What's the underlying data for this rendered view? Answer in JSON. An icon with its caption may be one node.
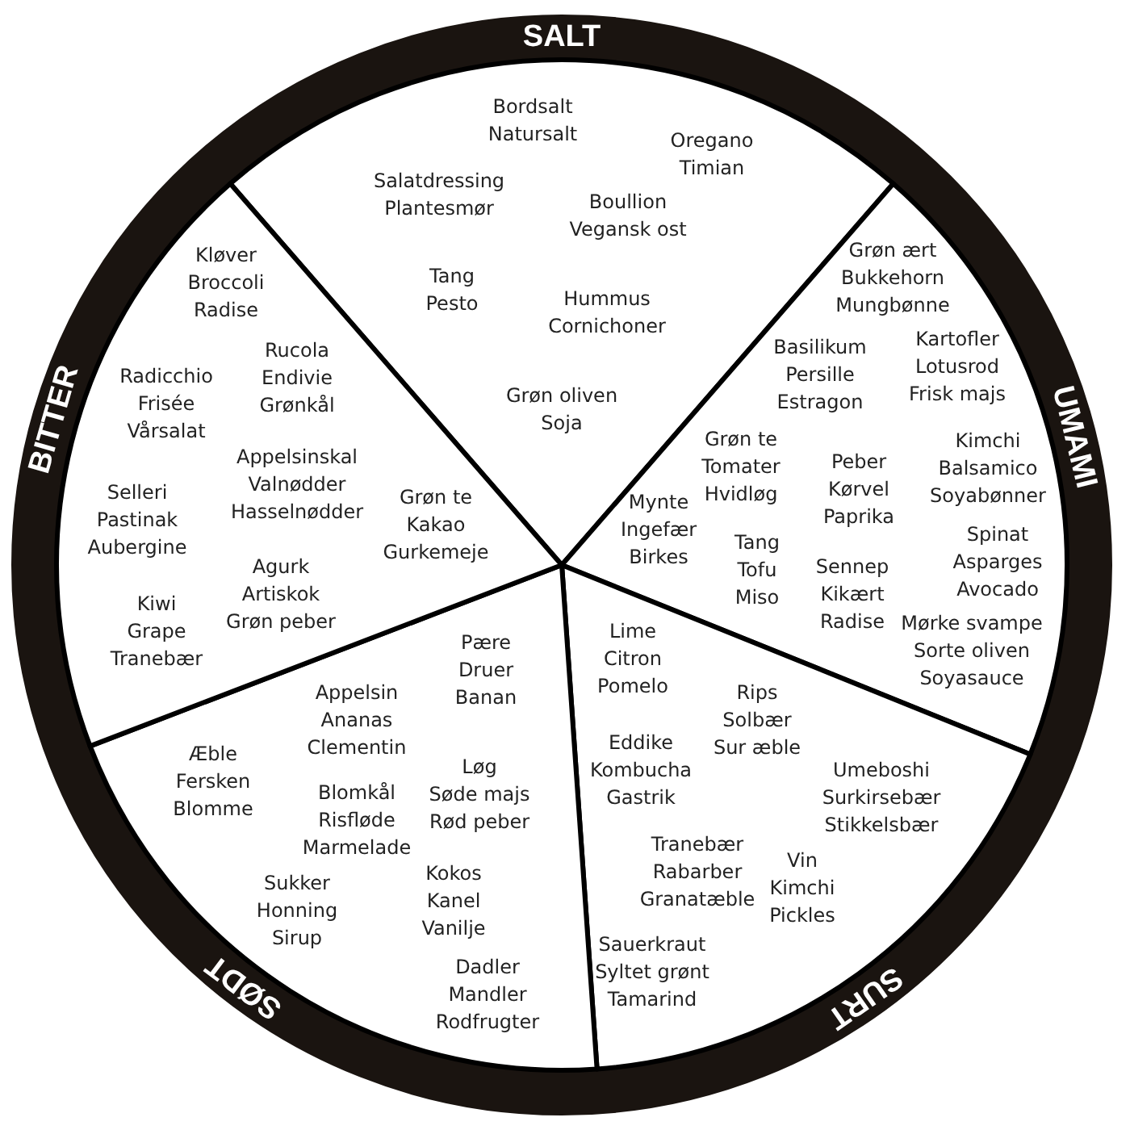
{
  "diagram": {
    "nodes": [
      {
        "text": [
          "SALT",
          "Bordsalt Natursalt",
          "Oregano Timian",
          "Salatdressing Plantesmør",
          "Boullion Vegansk ost",
          "Tang Pesto",
          "Hummus Cornichoner",
          "Grøn oliven Soja"
        ]
      },
      {
        "text": [
          "UMAMI",
          "Grøn ært Bukkehorn Mungbønne",
          "Basilikum Persille Estragon",
          "Kartofler Lotusrod Frisk majs",
          "Grøn te Tomater Hvidløg",
          "Kimchi Balsamico Soyabønner",
          "Peber Kørvel Paprika",
          "Mynte Ingefær Birkes",
          "Tang Tofu Miso",
          "Sennep Kikært Radise",
          "Spinat Asparges Avocado",
          "Mørke svampe Sorte oliven Soyasauce"
        ]
      },
      {
        "text": [
          "SURT",
          "Lime Citron Pomelo",
          "Rips Solbær Sur æble",
          "Eddike Kombucha Gastrik",
          "Umeboshi Surkirsebær Stikkelsbær",
          "Tranebær Rabarber Granatæble",
          "Vin Kimchi Pickles",
          "Sauerkraut Syltet grønt Tamarind"
        ]
      },
      {
        "text": [
          "SØDT",
          "Pære Druer Banan",
          "Appelsin Ananas Clementin",
          "Æble Fersken Blomme",
          "Løg Søde majs Rød peber",
          "Blomkål Risfløde Marmelade",
          "Kokos Kanel Vanilje",
          "Sukker Honning Sirup",
          "Dadler Mandler Rodfrugter"
        ]
      },
      {
        "text": [
          "BITTER",
          "Kløver Broccoli Radise",
          "Rucola Endivie Grønkål",
          "Radicchio Frisée Vårsalat",
          "Appelsinskal Valnødder Hasselnødder",
          "Selleri Pastinak Aubergine",
          "Grøn te Kakao Gurkemeje",
          "Agurk Artiskok Grøn peber",
          "Kiwi Grape Tranebær"
        ]
      }
    ]
  }
}
